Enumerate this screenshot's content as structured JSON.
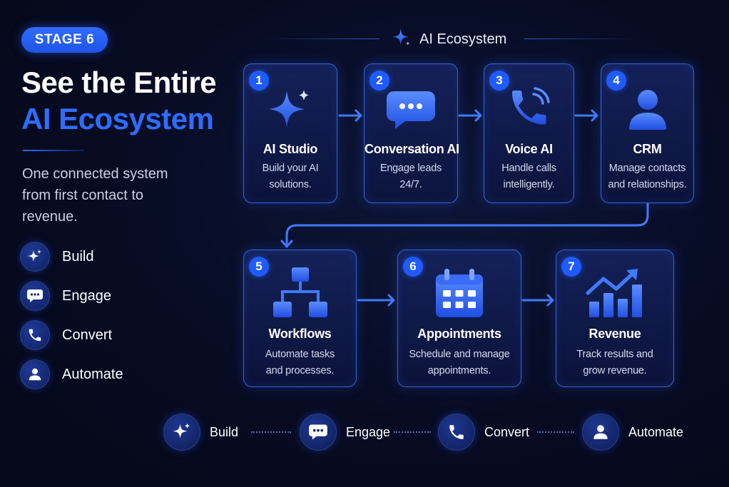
{
  "stage_badge": "STAGE 6",
  "title": {
    "line1": "See the Entire",
    "line2": "AI Ecosystem"
  },
  "subtitle": "One connected system from first contact to revenue.",
  "side_items": [
    {
      "label": "Build",
      "icon": "sparkle-icon"
    },
    {
      "label": "Engage",
      "icon": "chat-bubble-icon"
    },
    {
      "label": "Convert",
      "icon": "phone-icon"
    },
    {
      "label": "Automate",
      "icon": "user-icon"
    }
  ],
  "ecosystem_header": "AI Ecosystem",
  "steps": [
    {
      "number": "1",
      "title": "AI Studio",
      "description": "Build your AI solutions.",
      "icon": "sparkle-icon"
    },
    {
      "number": "2",
      "title": "Conversation AI",
      "description": "Engage leads 24/7.",
      "icon": "chat-bubble-icon"
    },
    {
      "number": "3",
      "title": "Voice AI",
      "description": "Handle calls intelligently.",
      "icon": "phone-icon"
    },
    {
      "number": "4",
      "title": "CRM",
      "description": "Manage contacts and relationships.",
      "icon": "user-icon"
    },
    {
      "number": "5",
      "title": "Workflows",
      "description": "Automate tasks and processes.",
      "icon": "workflow-icon"
    },
    {
      "number": "6",
      "title": "Appointments",
      "description": "Schedule and manage appointments.",
      "icon": "calendar-icon"
    },
    {
      "number": "7",
      "title": "Revenue",
      "description": "Track results and grow revenue.",
      "icon": "growth-chart-icon"
    }
  ],
  "bottom_items": [
    {
      "label": "Build",
      "icon": "sparkle-icon"
    },
    {
      "label": "Engage",
      "icon": "chat-bubble-icon"
    },
    {
      "label": "Convert",
      "icon": "phone-icon"
    },
    {
      "label": "Automate",
      "icon": "user-icon"
    }
  ],
  "colors": {
    "accent_blue": "#2e6dff",
    "background": "#070b22",
    "card_border": "#3a63d6"
  }
}
